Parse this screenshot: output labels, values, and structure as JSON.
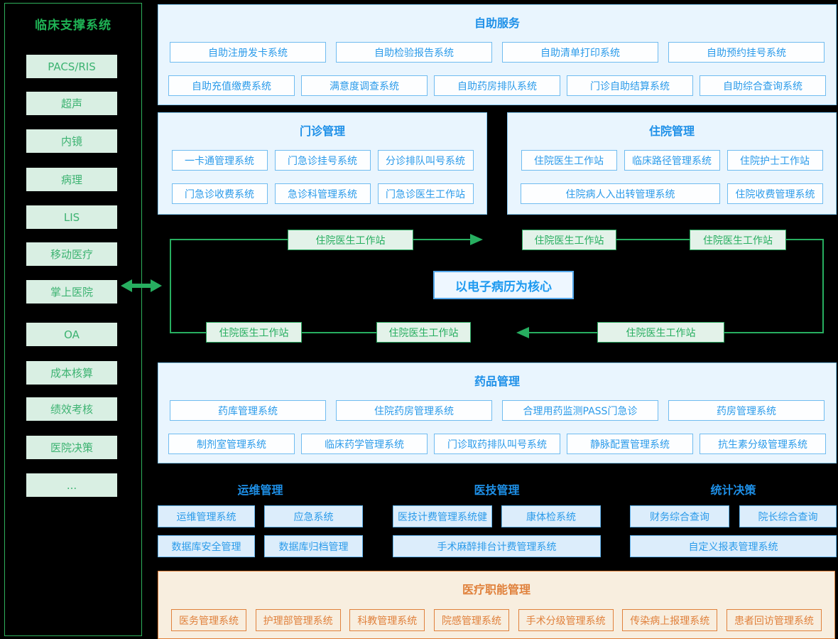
{
  "colors": {
    "green": "#27ae60",
    "blue": "#2196e8",
    "orange": "#e0813c"
  },
  "sidebar": {
    "title": "临床支撑系统",
    "items": [
      "PACS/RIS",
      "超声",
      "内镜",
      "病理",
      "LIS",
      "移动医疗",
      "掌上医院",
      "OA",
      "成本核算",
      "绩效考核",
      "医院决策",
      "..."
    ]
  },
  "self_service": {
    "title": "自助服务",
    "row1": [
      "自助注册发卡系统",
      "自助检验报告系统",
      "自助清单打印系统",
      "自助预约挂号系统"
    ],
    "row2": [
      "自助充值缴费系统",
      "满意度调查系统",
      "自助药房排队系统",
      "门诊自助结算系统",
      "自助综合查询系统"
    ]
  },
  "outpatient": {
    "title": "门诊管理",
    "row1": [
      "一卡通管理系统",
      "门急诊挂号系统",
      "分诊排队叫号系统"
    ],
    "row2": [
      "门急诊收费系统",
      "急诊科管理系统",
      "门急诊医生工作站"
    ]
  },
  "inpatient": {
    "title": "住院管理",
    "row1": [
      "住院医生工作站",
      "临床路径管理系统",
      "住院护士工作站"
    ],
    "row2": [
      "住院病人入出转管理系统",
      "住院收费管理系统"
    ]
  },
  "emr_loop": {
    "center": "以电子病历为核心",
    "top_boxes": [
      "住院医生工作站",
      "住院医生工作站",
      "住院医生工作站"
    ],
    "bottom_boxes": [
      "住院医生工作站",
      "住院医生工作站",
      "住院医生工作站"
    ]
  },
  "pharmacy": {
    "title": "药品管理",
    "row1": [
      "药库管理系统",
      "住院药房管理系统",
      "合理用药监测PASS门急诊",
      "药房管理系统"
    ],
    "row2": [
      "制剂室管理系统",
      "临床药学管理系统",
      "门诊取药排队叫号系统",
      "静脉配置管理系统",
      "抗生素分级管理系统"
    ]
  },
  "ops": {
    "title": "运维管理",
    "row1": [
      "运维管理系统",
      "应急系统"
    ],
    "row2": [
      "数据库安全管理",
      "数据库归档管理"
    ]
  },
  "medtech": {
    "title": "医技管理",
    "row1": [
      "医技计费管理系统健",
      "康体检系统"
    ],
    "row2": [
      "手术麻醉排台计费管理系统"
    ]
  },
  "stats": {
    "title": "统计决策",
    "row1": [
      "财务综合查询",
      "院长综合查询"
    ],
    "row2": [
      "自定义报表管理系统"
    ]
  },
  "medical_admin": {
    "title": "医疗职能管理",
    "buttons": [
      "医务管理系统",
      "护理部管理系统",
      "科教管理系统",
      "院感管理系统",
      "手术分级管理系统",
      "传染病上报理系统",
      "患者回访管理系统"
    ]
  }
}
